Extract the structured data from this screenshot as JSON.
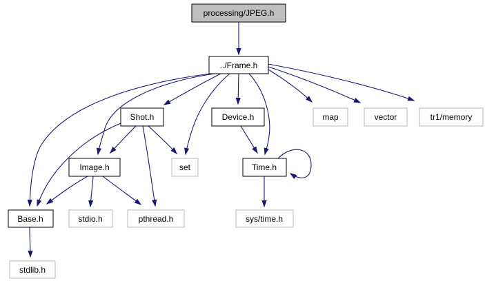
{
  "diagram": {
    "type": "include-dependency-graph",
    "title": "Include dependency graph for processing/JPEG.h",
    "colors": {
      "background": "#ffffff",
      "arrow": "#191970",
      "internal_node_border": "#000000",
      "external_node_border": "#b9b9b9",
      "node_fill": "#ffffff",
      "root_node_fill": "#bfbfbf",
      "text": "#000000"
    },
    "nodes": {
      "jpeg": {
        "label": "processing/JPEG.h",
        "kind": "root"
      },
      "frame": {
        "label": "../Frame.h",
        "kind": "internal"
      },
      "shot": {
        "label": "Shot.h",
        "kind": "internal"
      },
      "device": {
        "label": "Device.h",
        "kind": "internal"
      },
      "map": {
        "label": "map",
        "kind": "external"
      },
      "vector": {
        "label": "vector",
        "kind": "external"
      },
      "tr1memory": {
        "label": "tr1/memory",
        "kind": "external"
      },
      "image": {
        "label": "Image.h",
        "kind": "internal"
      },
      "set": {
        "label": "set",
        "kind": "external"
      },
      "time": {
        "label": "Time.h",
        "kind": "internal"
      },
      "base": {
        "label": "Base.h",
        "kind": "internal"
      },
      "stdio": {
        "label": "stdio.h",
        "kind": "external"
      },
      "pthread": {
        "label": "pthread.h",
        "kind": "external"
      },
      "systime": {
        "label": "sys/time.h",
        "kind": "external"
      },
      "stdlib": {
        "label": "stdlib.h",
        "kind": "external"
      }
    },
    "edges": [
      [
        "jpeg",
        "frame"
      ],
      [
        "frame",
        "shot"
      ],
      [
        "frame",
        "device"
      ],
      [
        "frame",
        "map"
      ],
      [
        "frame",
        "vector"
      ],
      [
        "frame",
        "tr1memory"
      ],
      [
        "frame",
        "image"
      ],
      [
        "frame",
        "set"
      ],
      [
        "frame",
        "time"
      ],
      [
        "frame",
        "base"
      ],
      [
        "shot",
        "image"
      ],
      [
        "shot",
        "set"
      ],
      [
        "shot",
        "pthread"
      ],
      [
        "shot",
        "base"
      ],
      [
        "device",
        "time"
      ],
      [
        "time",
        "time"
      ],
      [
        "time",
        "systime"
      ],
      [
        "image",
        "base"
      ],
      [
        "image",
        "stdio"
      ],
      [
        "image",
        "pthread"
      ],
      [
        "base",
        "stdlib"
      ]
    ]
  }
}
